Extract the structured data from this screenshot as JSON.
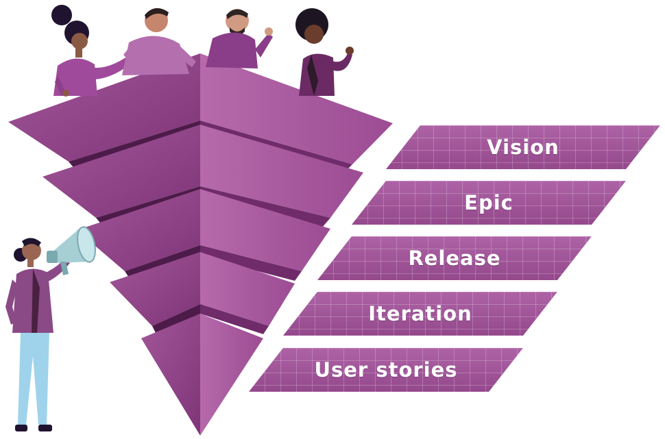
{
  "levels": [
    {
      "label": "Vision"
    },
    {
      "label": "Epic"
    },
    {
      "label": "Release"
    },
    {
      "label": "Iteration"
    },
    {
      "label": "User stories"
    }
  ],
  "colors": {
    "light": "#b366a8",
    "mid": "#9a4a92",
    "dark": "#6f2b6a",
    "darker": "#4d1b4a",
    "band": "#a5519c"
  },
  "icons": [
    "person-icon",
    "megaphone-icon"
  ]
}
